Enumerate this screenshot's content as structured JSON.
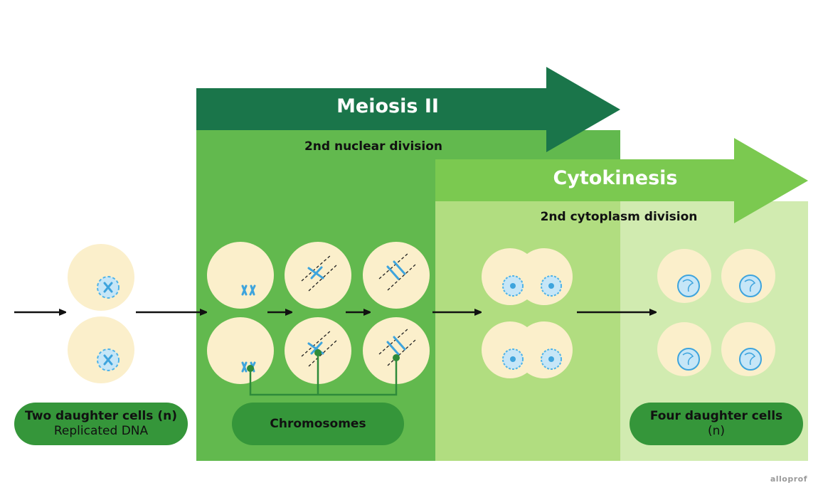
{
  "stages": {
    "meiosis": {
      "title": "Meiosis II",
      "subtitle": "2nd nuclear division"
    },
    "cytokinesis": {
      "title": "Cytokinesis",
      "subtitle": "2nd cytoplasm division"
    }
  },
  "labels": {
    "left": {
      "line1": "Two daughter cells (n)",
      "line2": "Replicated DNA"
    },
    "middle": {
      "line1": "Chromosomes"
    },
    "right": {
      "line1": "Four daughter cells",
      "line2": "(n)"
    }
  },
  "watermark": "alloprof",
  "colors": {
    "dark_green": "#1a754a",
    "meiosis_panel": "#62b94e",
    "cyto_arrow": "#7bc950",
    "cyto_panel": "#b1dd80",
    "light_panel": "#d1ebb0",
    "pill": "#35963a",
    "cell": "#fbefcb",
    "nucleus": "#4fb3e8"
  }
}
